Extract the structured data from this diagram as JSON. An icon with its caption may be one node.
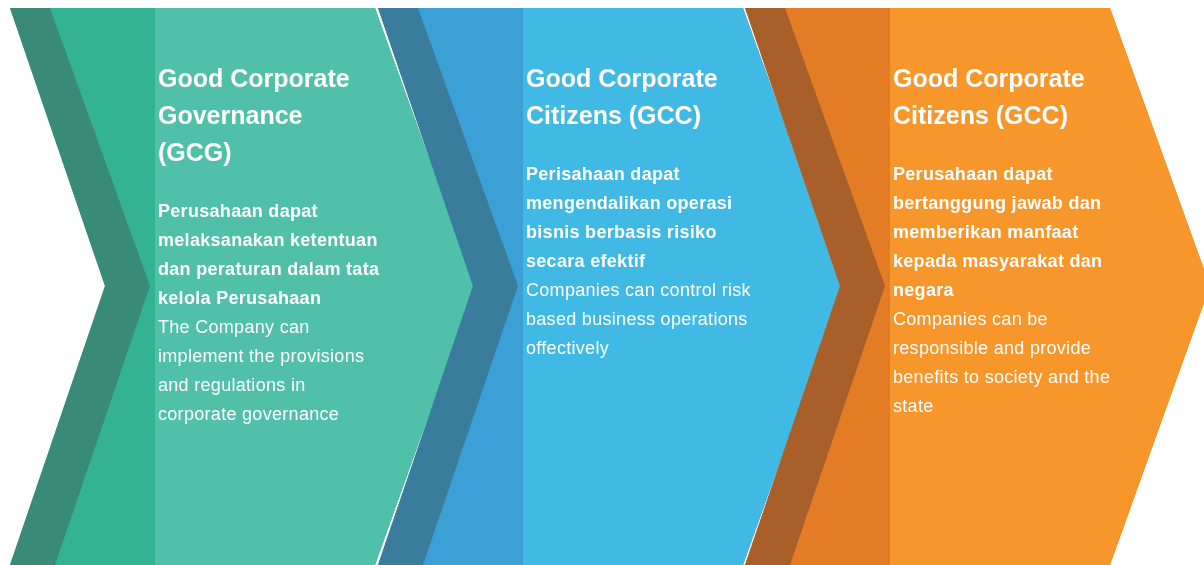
{
  "diagram": {
    "nodes": [
      {
        "text": [
          "Good Corporate Governance (GCG)",
          "Perusahaan dapat melaksanakan ketentuan dan peraturan dalam tata kelola Perusahaan",
          "The Company can implement the provisions and regulations in corporate governance"
        ]
      },
      {
        "text": [
          "Good Corporate Citizens (GCC)",
          "Perisahaan dapat mengendalikan operasi bisnis berbasis risiko secara efektif",
          "Companies can control risk based business operations offectively"
        ]
      },
      {
        "text": [
          "Good Corporate Citizens (GCC)",
          "Perusahaan dapat bertanggung jawab dan memberikan manfaat kepada masyarakat dan negara",
          "Companies can be responsible and provide benefits to society and the state"
        ]
      }
    ],
    "edges": []
  }
}
